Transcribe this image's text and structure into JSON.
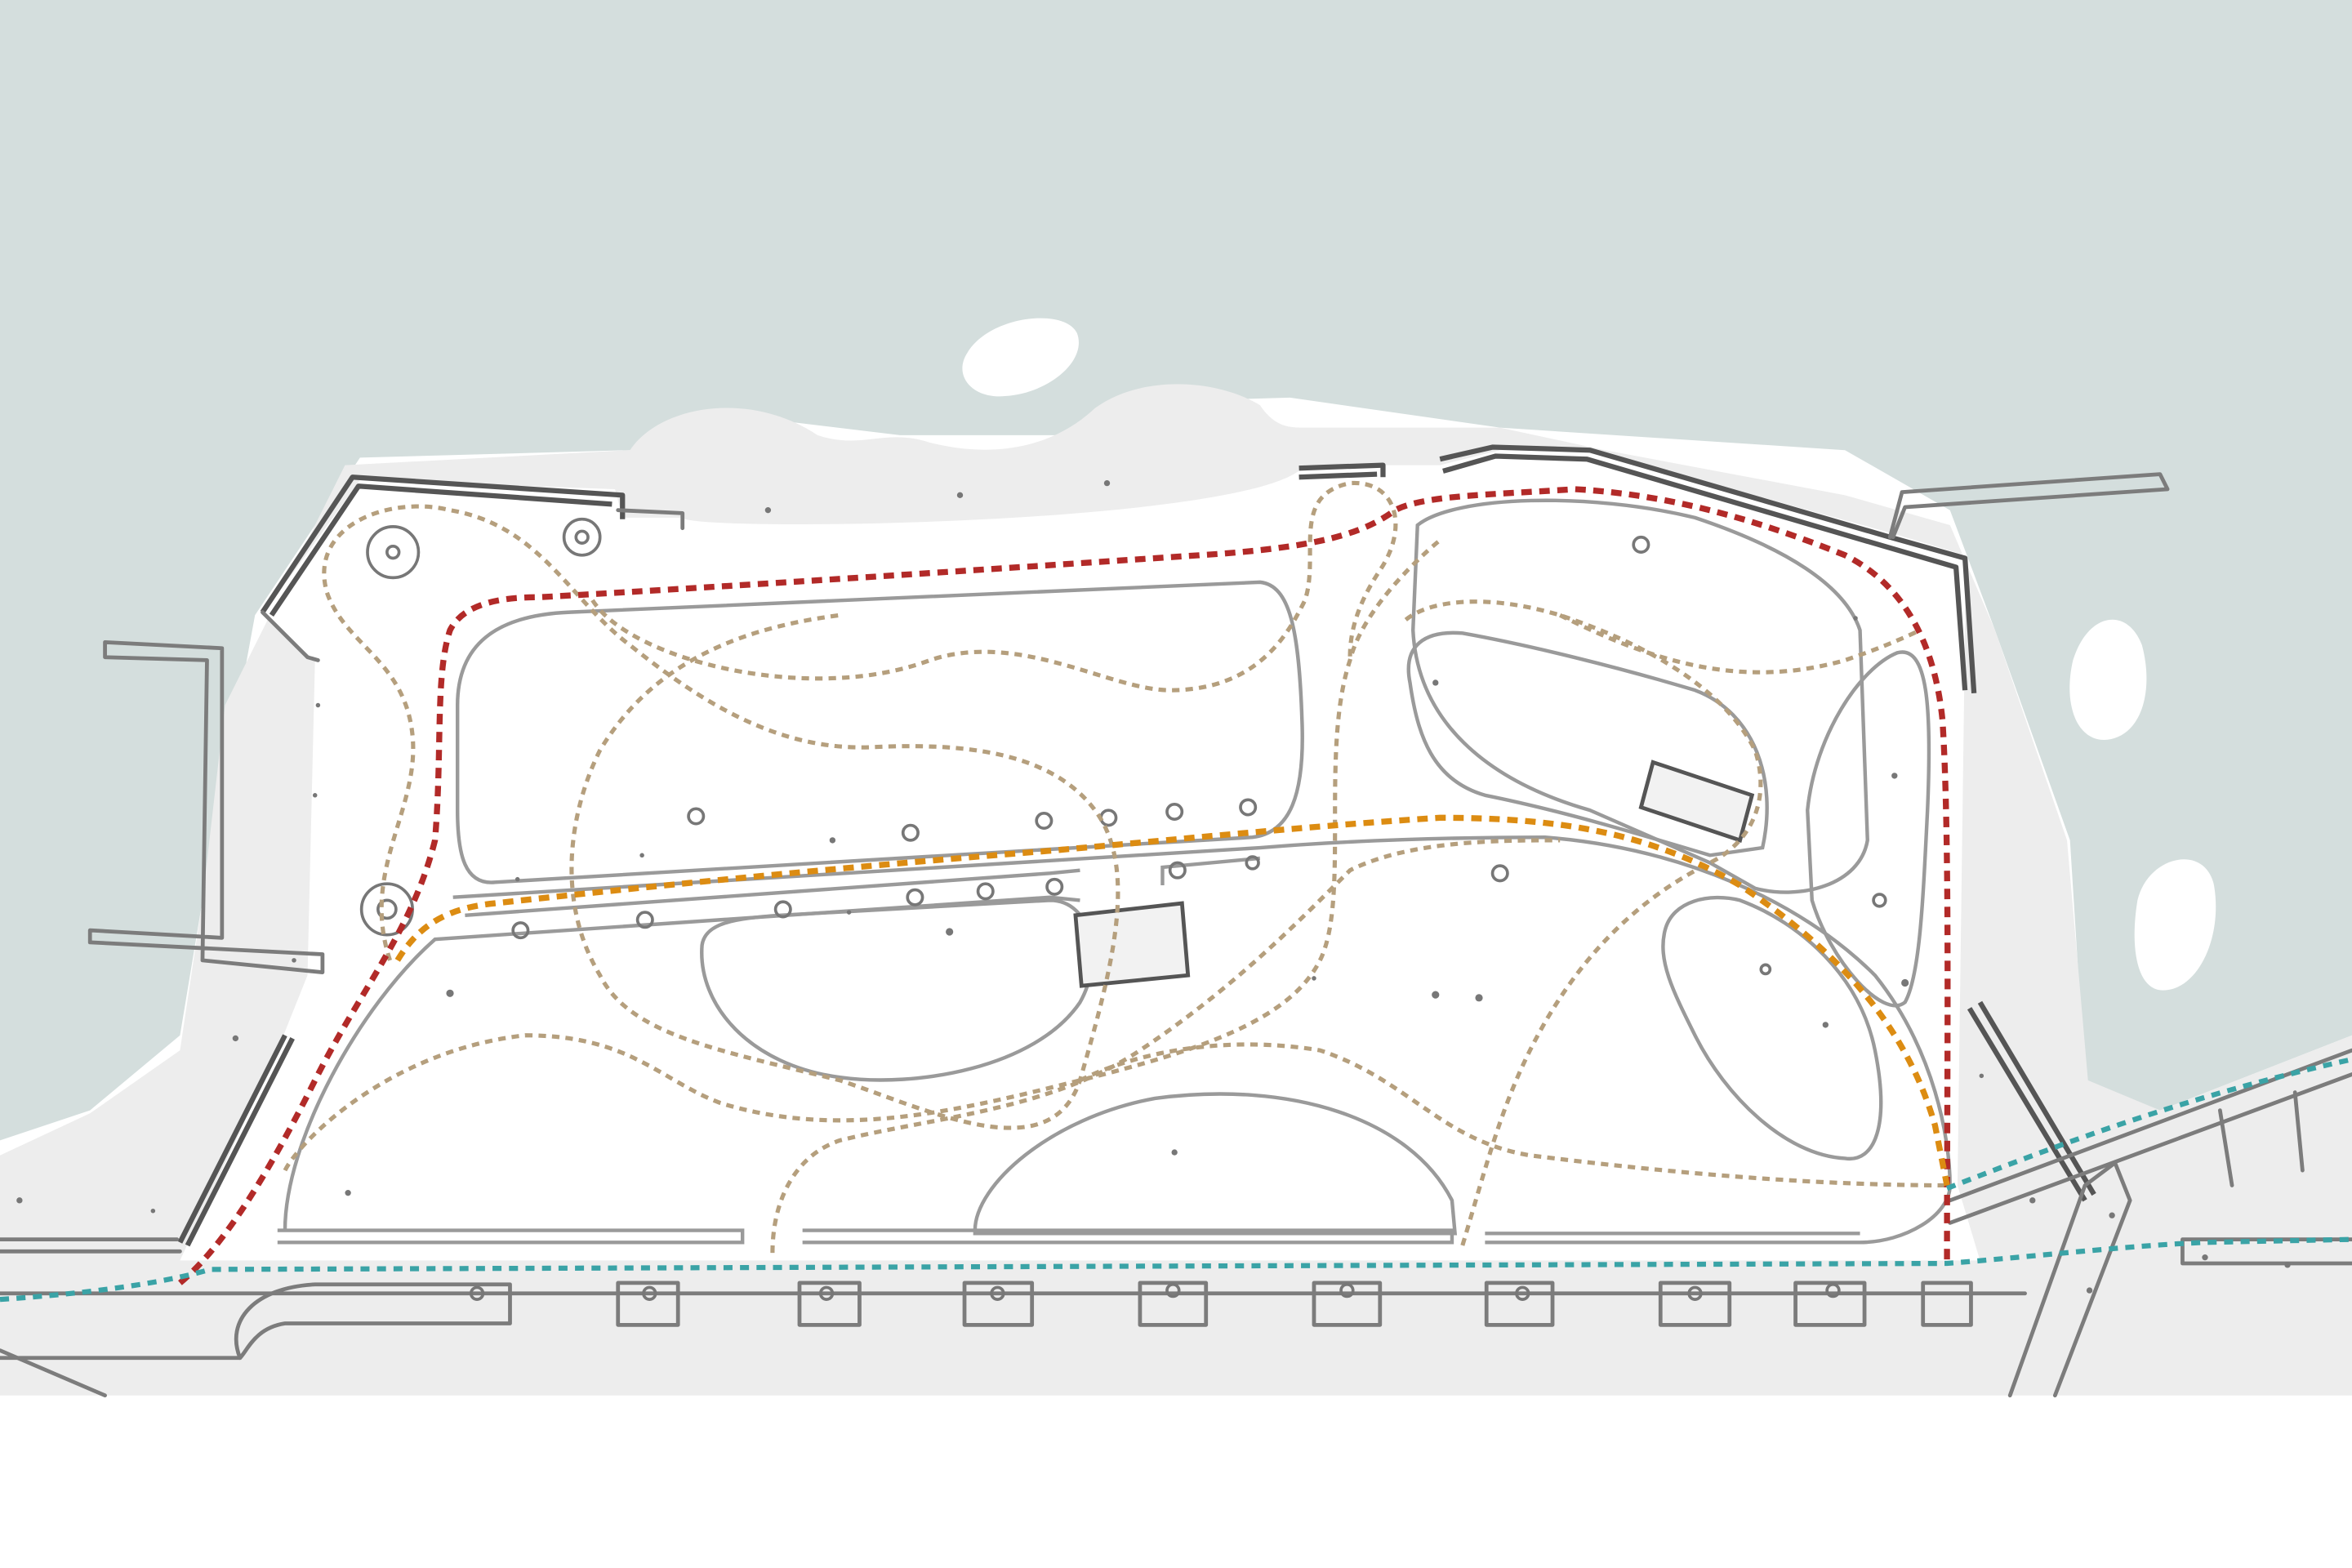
{
  "colors": {
    "water": "#d4dedd",
    "land": "#ededed",
    "park_ground": "#ffffff",
    "outline": "#7c7c7c"
  },
  "routes": [
    {
      "id": "red-route",
      "color": "#b22a28"
    },
    {
      "id": "orange-route",
      "color": "#dc8c12"
    },
    {
      "id": "teal-route",
      "color": "#3aa3a6"
    },
    {
      "id": "tan-route",
      "color": "#b59f7d"
    }
  ]
}
